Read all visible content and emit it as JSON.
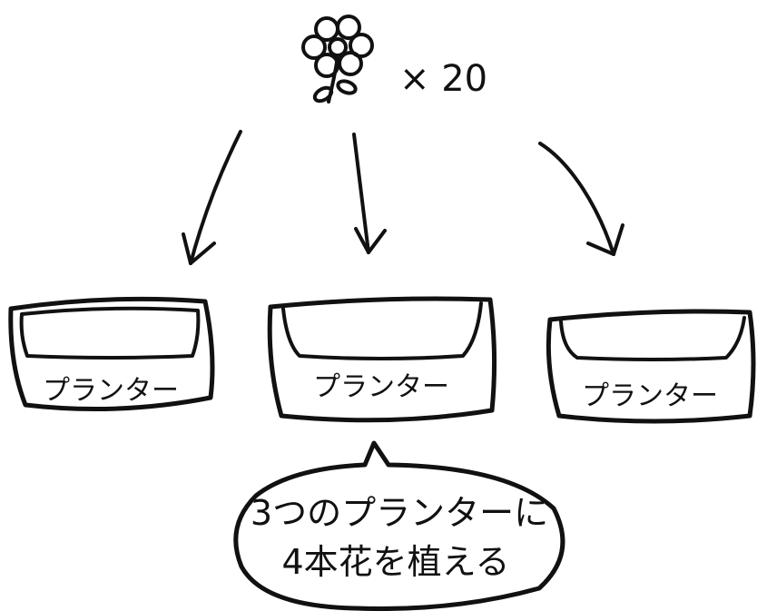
{
  "flower": {
    "icon": "flower-icon",
    "quantity_text": "× 20"
  },
  "planters": [
    {
      "label": "プランター"
    },
    {
      "label": "プランター"
    },
    {
      "label": "プランター"
    }
  ],
  "speech_bubble": {
    "line1": "3つのプランターに",
    "line2": "4本花を植える"
  }
}
